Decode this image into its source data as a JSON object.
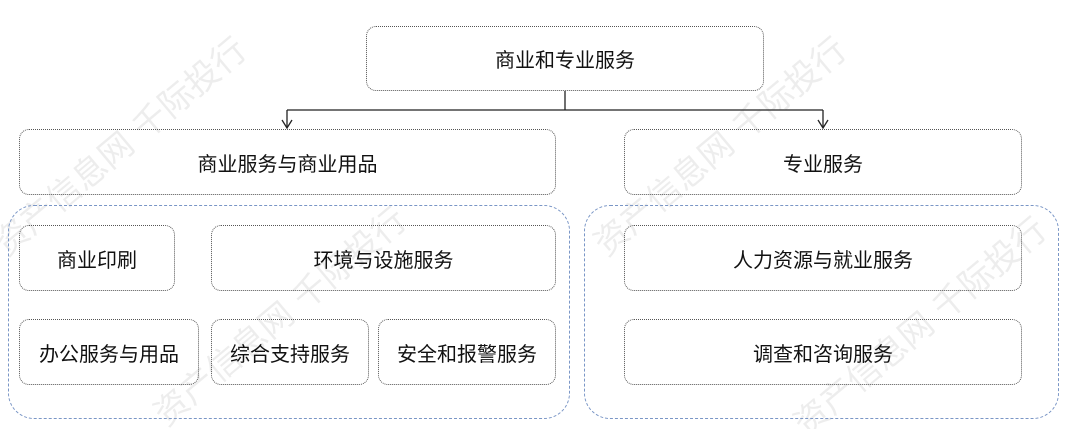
{
  "root": {
    "label": "商业和专业服务"
  },
  "left": {
    "label": "商业服务与商业用品",
    "children": [
      "商业印刷",
      "环境与设施服务",
      "办公服务与用品",
      "综合支持服务",
      "安全和报警服务"
    ]
  },
  "right": {
    "label": "专业服务",
    "children": [
      "人力资源与就业服务",
      "调查和咨询服务"
    ]
  },
  "watermark": "资产信息网 千际投行",
  "colors": {
    "group_border": "#7a96c6",
    "box_border": "#555555"
  }
}
